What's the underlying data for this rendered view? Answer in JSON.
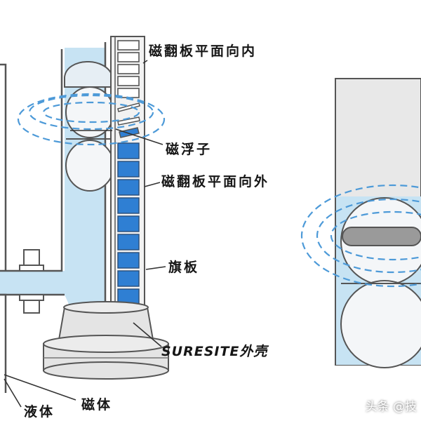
{
  "labels": {
    "flap_inward": "磁翻板平面向内",
    "float": "磁浮子",
    "flap_outward": "磁翻板平面向外",
    "flag": "旗板",
    "shell": "SURESITE外壳",
    "liquid": "液体",
    "magnet": "磁体"
  },
  "watermark": "头条 @技",
  "colors": {
    "liquid": "#c7e3f3",
    "flap_blue": "#2f7fd3",
    "field_line": "#4d9ad8",
    "outline": "#555555",
    "shell_fill": "#e4e4e4"
  },
  "counts": {
    "white_flaps": 5,
    "blue_flaps": 10
  }
}
